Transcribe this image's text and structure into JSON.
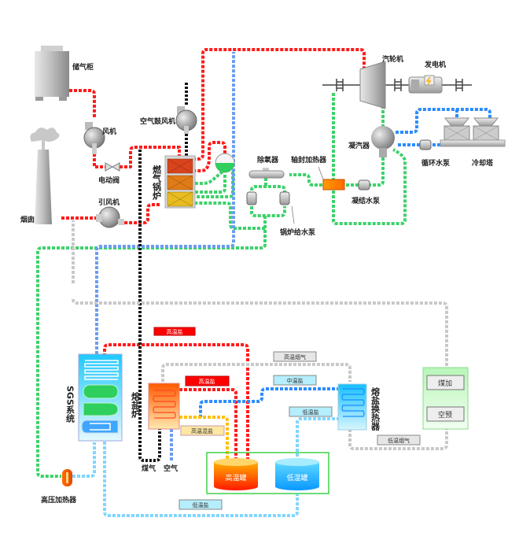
{
  "colors": {
    "steam": "#ff1a1a",
    "water": "#3cd26a",
    "cooling": "#2b8cff",
    "gas_fuel": "#111111",
    "air": "#6b9cf0",
    "flue_gas": "#c8c8c8",
    "salt_mid": "#2b8cff",
    "salt_low": "#7fd6ff",
    "salt_mix": "#ffc000"
  },
  "equipment": {
    "gas_holder": "储气柜",
    "fan": "风机",
    "electric_valve": "电动阀",
    "air_blower": "空气鼓风机",
    "gas_boiler": "燃气锅炉",
    "induced_fan": "引风机",
    "chimney": "烟囱",
    "turbine": "汽轮机",
    "generator": "发电机",
    "condenser": "凝汽器",
    "circulating_pump": "循环水泵",
    "cooling_tower": "冷却塔",
    "deaerator": "除氧器",
    "shaft_seal_heater": "轴封加热器",
    "condensate_pump": "凝结水泵",
    "feed_pump": "锅炉给水泵",
    "sgs_system": "SGS系统",
    "hp_heater": "高压加热器",
    "salt_furnace": "熔盐炉",
    "salt_heat_exchanger": "熔盐换热器",
    "high_temp_tank": "高温罐",
    "low_temp_tank": "低温罐",
    "coal_gas": "煤气",
    "air": "空气",
    "gas_heater": "煤加",
    "air_preheater": "空预"
  },
  "tags": {
    "high_salt_1": "高温盐",
    "high_salt_2": "高温盐",
    "high_mixed_salt": "高温混盐",
    "high_flue_gas": "高温烟气",
    "mid_salt": "中温盐",
    "low_salt_1": "低温盐",
    "low_salt_2": "低温盐",
    "low_flue_gas": "低温烟气"
  }
}
